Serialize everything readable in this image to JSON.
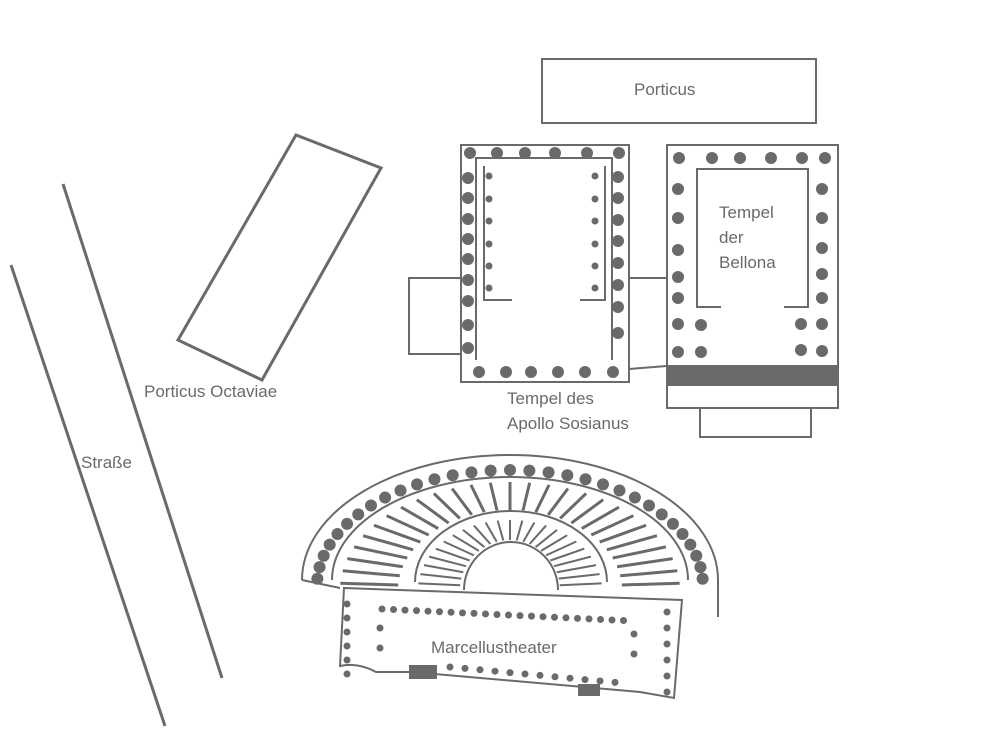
{
  "labels": {
    "porticus": "Porticus",
    "porticus_octaviae": "Porticus Octaviae",
    "strasse": "Straße",
    "apollo_line1": "Tempel des",
    "apollo_line2": "Apollo Sosianus",
    "bellona_line1": "Tempel",
    "bellona_line2": "der",
    "bellona_line3": "Bellona",
    "theater": "Marcellustheater"
  },
  "colors": {
    "line": "#6a6a6a",
    "background": "#ffffff"
  }
}
